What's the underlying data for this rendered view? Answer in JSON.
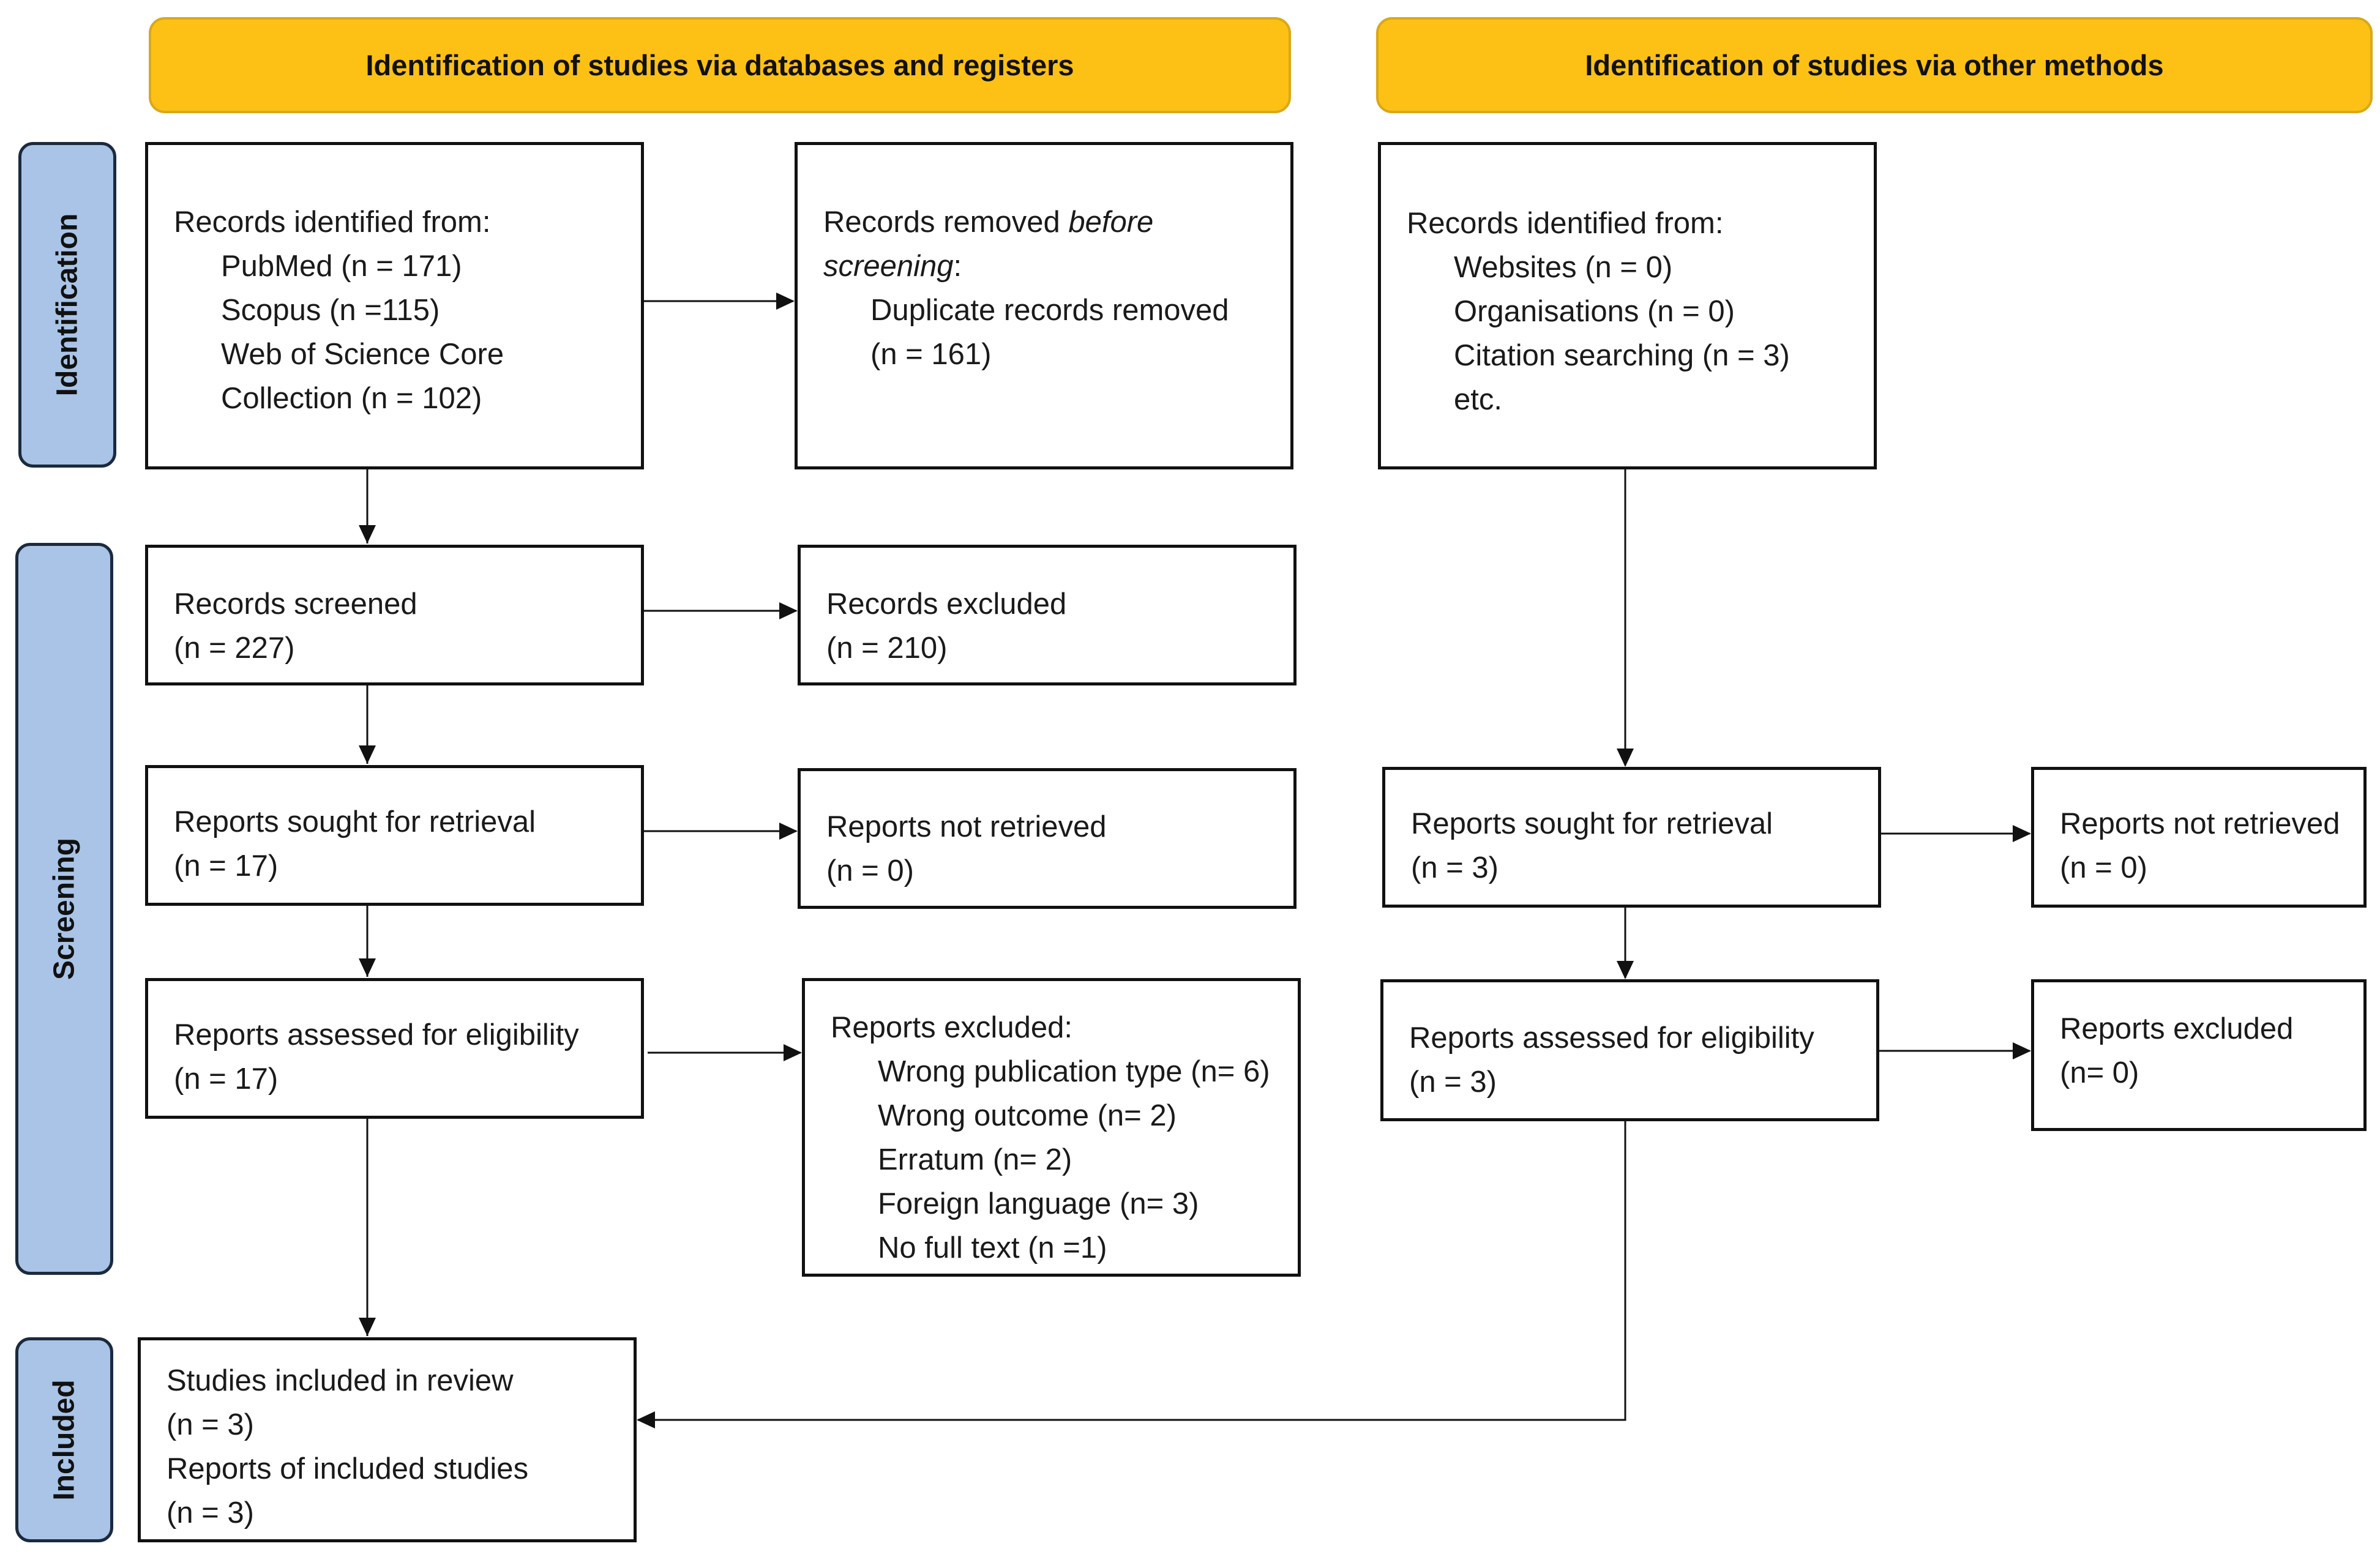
{
  "headers": {
    "left": "Identification of studies via databases and registers",
    "right": "Identification of studies via other methods"
  },
  "stages": {
    "identification": "Identification",
    "screening": "Screening",
    "included": "Included"
  },
  "db_identified": {
    "title": "Records identified from:",
    "items": [
      "PubMed (n = 171)",
      "Scopus (n =115)",
      "Web of Science Core",
      "Collection (n = 102)"
    ]
  },
  "removed": {
    "line1_a": "Records removed ",
    "line1_b": "before",
    "line2_a": "screening",
    "line2_b": ":",
    "items": [
      "Duplicate records removed",
      "(n = 161)"
    ]
  },
  "other_identified": {
    "title": "Records identified from:",
    "items": [
      "Websites (n = 0)",
      "Organisations (n = 0)",
      "Citation searching (n = 3)",
      "etc."
    ]
  },
  "screened": {
    "title": "Records screened",
    "count": "(n = 227)"
  },
  "excluded": {
    "title": "Records excluded",
    "count": "(n = 210)"
  },
  "sought": {
    "title": "Reports sought for retrieval",
    "count": "(n = 17)"
  },
  "not_retrieved": {
    "title": "Reports not retrieved",
    "count": "(n = 0)"
  },
  "assessed": {
    "title": "Reports assessed for eligibility",
    "count": "(n = 17)"
  },
  "reports_excluded": {
    "title": "Reports excluded:",
    "items": [
      "Wrong publication type (n= 6)",
      "Wrong outcome (n= 2)",
      "Erratum (n= 2)",
      "Foreign language (n= 3)",
      "No full text (n =1)"
    ]
  },
  "other_sought": {
    "title": "Reports sought for retrieval",
    "count": "(n = 3)"
  },
  "other_not_retrieved": {
    "title": "Reports not retrieved",
    "count": "(n = 0)"
  },
  "other_assessed": {
    "title": "Reports assessed for eligibility",
    "count": "(n = 3)"
  },
  "other_excluded": {
    "title": "Reports excluded",
    "count": "(n= 0)"
  },
  "included": {
    "line1": "Studies included in review",
    "line2": "(n = 3)",
    "line3": "Reports of included studies",
    "line4": "(n = 3)"
  }
}
